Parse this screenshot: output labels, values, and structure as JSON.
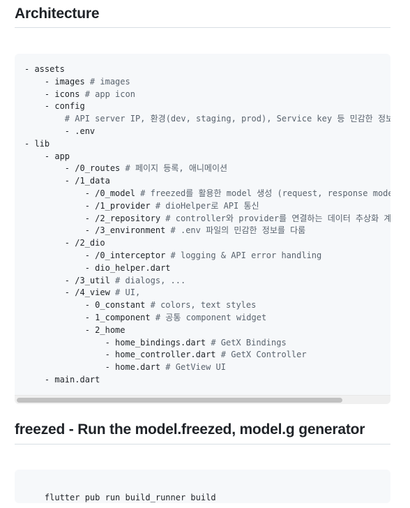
{
  "sections": {
    "architecture": {
      "title": "Architecture",
      "lines": [
        {
          "t": "- assets",
          "c": ""
        },
        {
          "t": "    - images ",
          "c": "# images"
        },
        {
          "t": "    - icons ",
          "c": "# app icon"
        },
        {
          "t": "    - config",
          "c": ""
        },
        {
          "t": "        ",
          "c": "# API server IP, 환경(dev, staging, prod), Service key 등 민감한 정보"
        },
        {
          "t": "        - .env",
          "c": ""
        },
        {
          "t": "- lib",
          "c": ""
        },
        {
          "t": "    - app",
          "c": ""
        },
        {
          "t": "        - /0_routes ",
          "c": "# 페이지 등록, 애니메이션"
        },
        {
          "t": "        - /1_data",
          "c": ""
        },
        {
          "t": "            - /0_model ",
          "c": "# freezed를 활용한 model 생성 (request, response model)"
        },
        {
          "t": "            - /1_provider ",
          "c": "# dioHelper로 API 통신"
        },
        {
          "t": "            - /2_repository ",
          "c": "# controller와 provider를 연결하는 데이터 추상화 계층"
        },
        {
          "t": "            - /3_environment ",
          "c": "# .env 파일의 민감한 정보를 다룸"
        },
        {
          "t": "        - /2_dio",
          "c": ""
        },
        {
          "t": "            - /0_interceptor ",
          "c": "# logging & API error handling"
        },
        {
          "t": "            - dio_helper.dart",
          "c": ""
        },
        {
          "t": "        - /3_util ",
          "c": "# dialogs, ..."
        },
        {
          "t": "        - /4_view ",
          "c": "# UI,"
        },
        {
          "t": "            - 0_constant ",
          "c": "# colors, text styles"
        },
        {
          "t": "            - 1_component ",
          "c": "# 공통 component widget"
        },
        {
          "t": "            - 2_home",
          "c": ""
        },
        {
          "t": "                - home_bindings.dart ",
          "c": "# GetX Bindings"
        },
        {
          "t": "                - home_controller.dart ",
          "c": "# GetX Controller"
        },
        {
          "t": "                - home.dart ",
          "c": "# GetView UI"
        },
        {
          "t": "    - main.dart",
          "c": ""
        }
      ]
    },
    "freezed": {
      "title": "freezed - Run the model.freezed, model.g generator",
      "command": "flutter pub run build_runner build"
    }
  }
}
